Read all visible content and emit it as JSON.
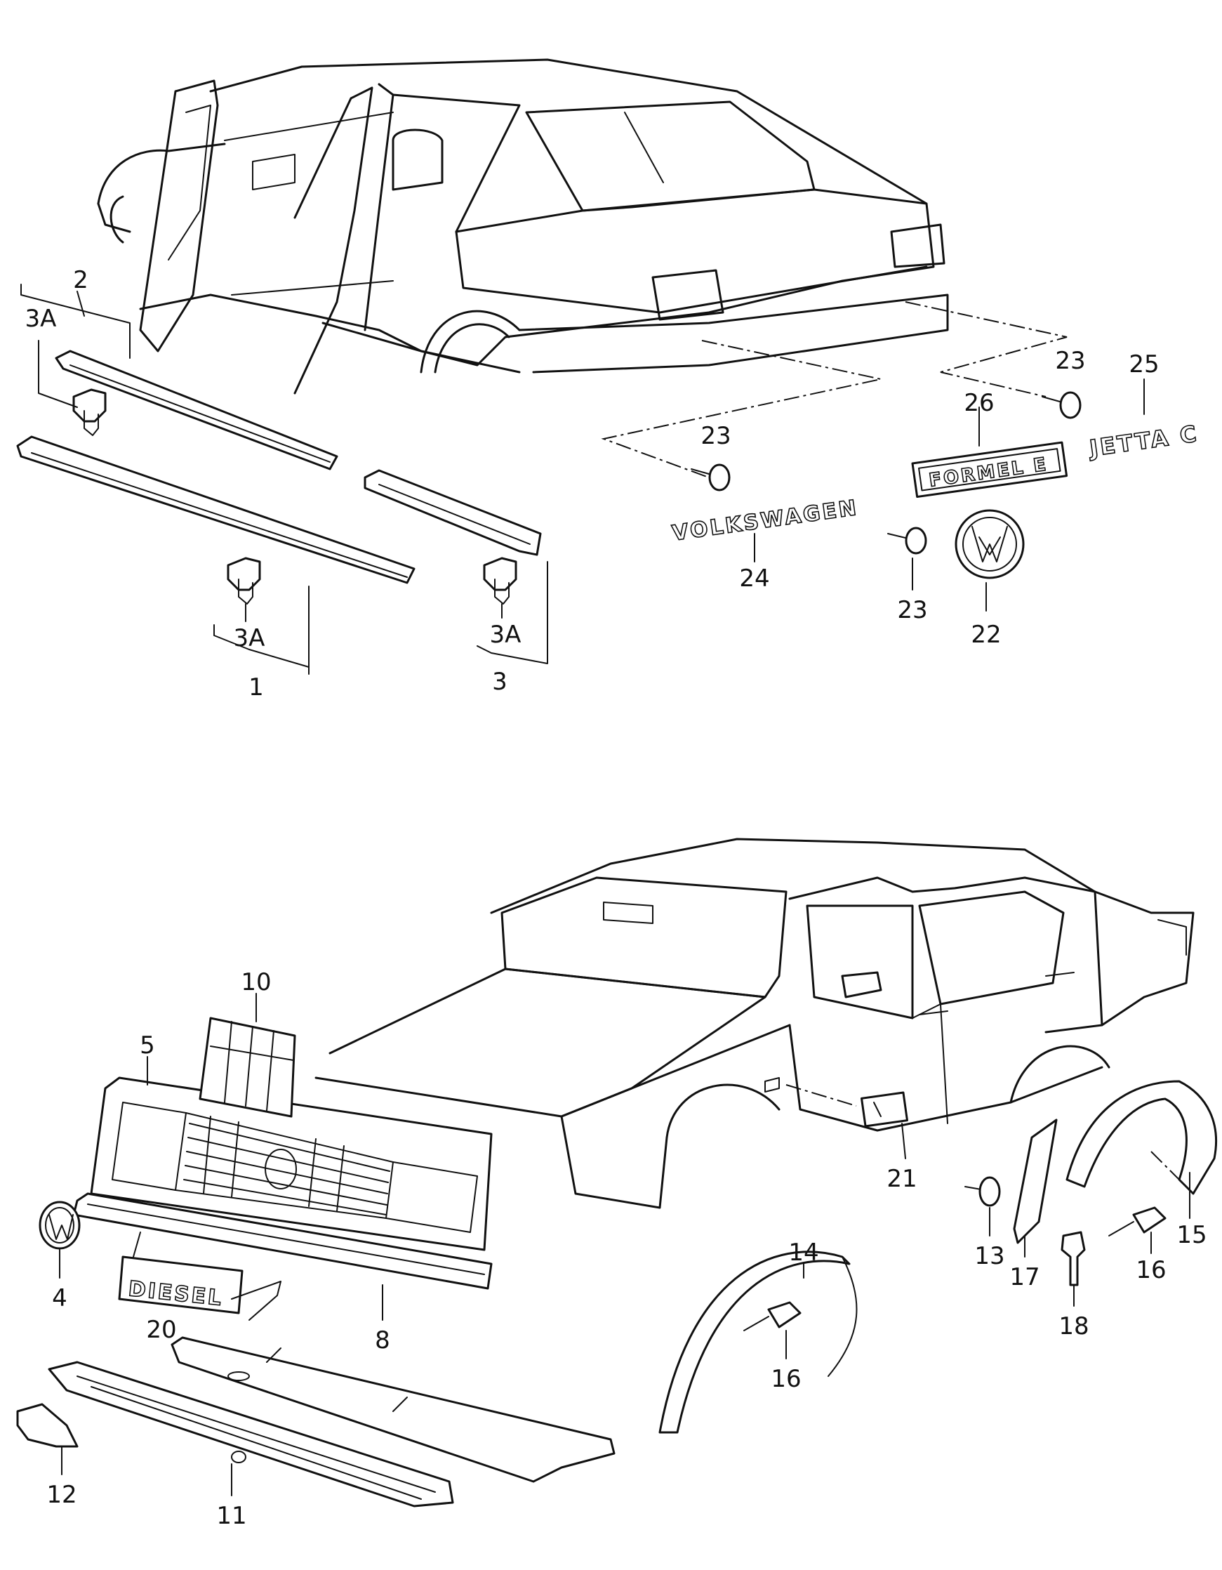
{
  "callouts": {
    "c1": "1",
    "c2": "2",
    "c3": "3",
    "c3a_top": "3A",
    "c3a_mid": "3A",
    "c3a_right": "3A",
    "c4": "4",
    "c5": "5",
    "c8": "8",
    "c10": "10",
    "c11": "11",
    "c12": "12",
    "c13": "13",
    "c14": "14",
    "c15": "15",
    "c16_front": "16",
    "c16_rear": "16",
    "c17": "17",
    "c18": "18",
    "c20": "20",
    "c21": "21",
    "c22": "22",
    "c23_a": "23",
    "c23_b": "23",
    "c23_c": "23",
    "c24": "24",
    "c25": "25",
    "c26": "26"
  },
  "badges": {
    "volkswagen": "VOLKSWAGEN",
    "formel_e": "FORMEL E",
    "jetta": "JETTA C",
    "diesel": "DIESEL"
  },
  "colors": {
    "line": "#111111",
    "background": "#ffffff"
  }
}
